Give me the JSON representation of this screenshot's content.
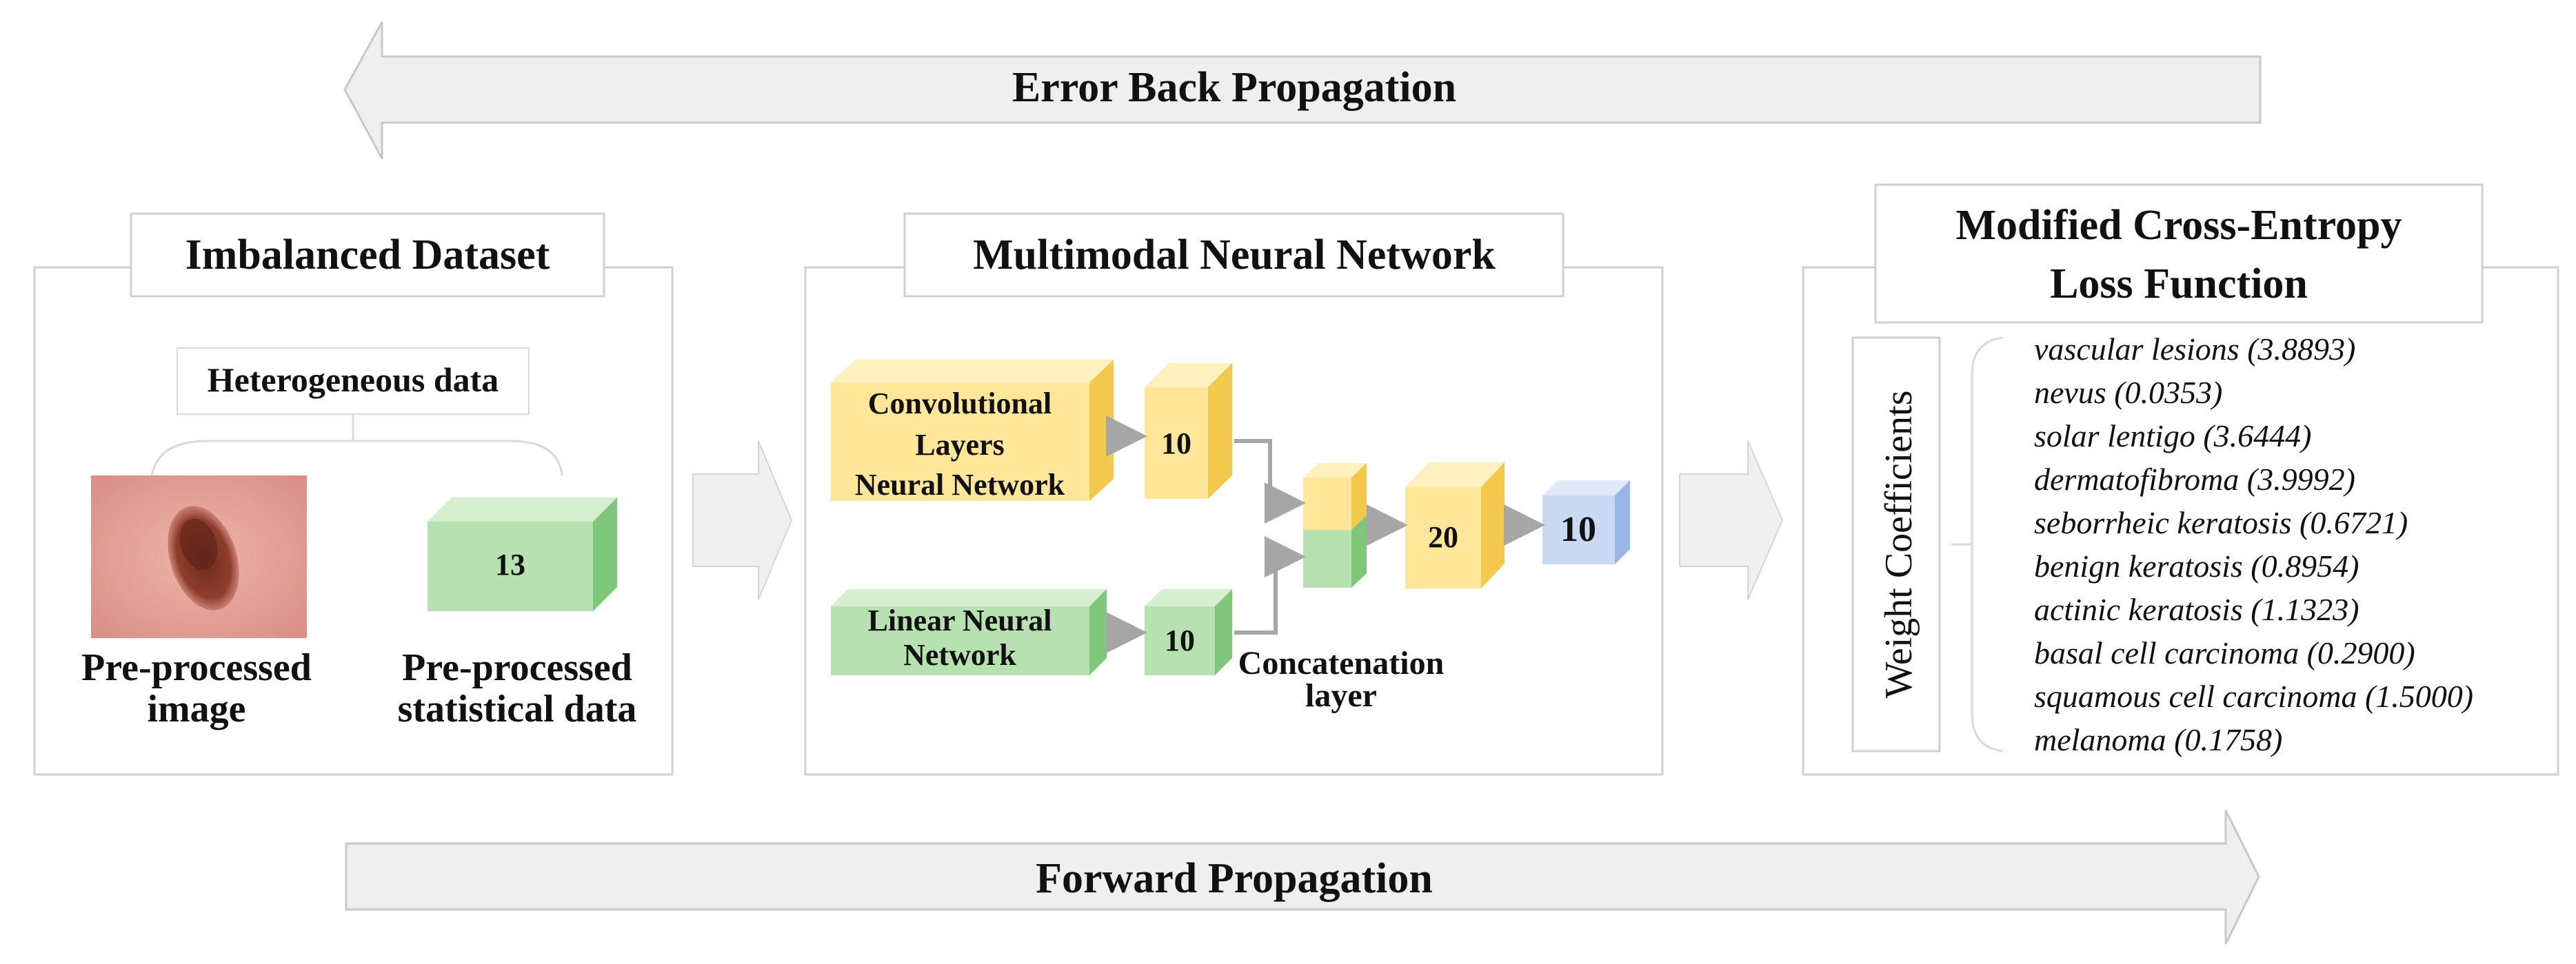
{
  "arrows": {
    "top_label": "Error Back Propagation",
    "bottom_label": "Forward Propagation"
  },
  "dataset": {
    "title": "Imbalanced Dataset",
    "subtitle": "Heterogeneous data",
    "image_caption_line1": "Pre-processed",
    "image_caption_line2": "image",
    "stat_value": "13",
    "stat_caption_line1": "Pre-processed",
    "stat_caption_line2": "statistical data"
  },
  "network": {
    "title": "Multimodal Neural Network",
    "conv_line1": "Convolutional",
    "conv_line2": "Layers",
    "conv_line3": "Neural Network",
    "conv_out": "10",
    "linear_line1": "Linear Neural",
    "linear_line2": "Network",
    "linear_out": "10",
    "concat_line1": "Concatenation",
    "concat_line2": "layer",
    "hidden": "20",
    "output": "10"
  },
  "loss": {
    "title_line1": "Modified Cross-Entropy",
    "title_line2": "Loss Function",
    "weights_label": "Weight Coefficients",
    "weights": [
      "vascular lesions (3.8893)",
      "nevus (0.0353)",
      "solar lentigo (3.6444)",
      "dermatofibroma (3.9992)",
      "seborrheic keratosis (0.6721)",
      "benign keratosis (0.8954)",
      "actinic keratosis (1.1323)",
      "basal cell carcinoma (0.2900)",
      "squamous cell carcinoma (1.5000)",
      "melanoma (0.1758)"
    ]
  },
  "colors": {
    "yellow_front": "#FFE699",
    "yellow_top": "#FFF0BF",
    "yellow_side": "#F2C94C",
    "green_front": "#B7E1B0",
    "green_top": "#D5EFD0",
    "green_side": "#7FC77A",
    "blue_front": "#C9D9F2",
    "blue_top": "#E0E9F8",
    "blue_side": "#98B6E6",
    "arrow_fill": "#EFEFEF",
    "arrow_stroke": "#C8C8C8",
    "panel_stroke": "#D0D0D0",
    "skin": "#E7A79C",
    "lesion": "#8B3A2A"
  }
}
